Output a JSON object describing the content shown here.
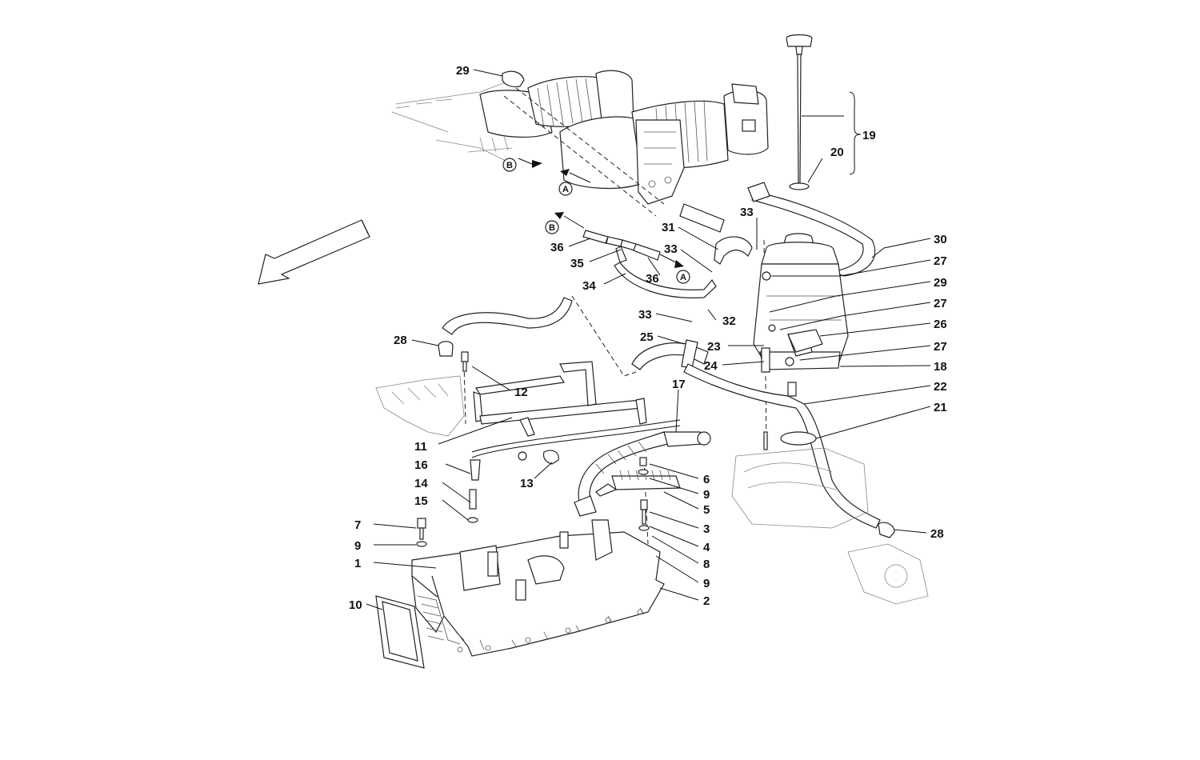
{
  "callouts": {
    "c1": "1",
    "c2": "2",
    "c3": "3",
    "c4": "4",
    "c5": "5",
    "c6": "6",
    "c7": "7",
    "c8": "8",
    "c9a": "9",
    "c9b": "9",
    "c9c": "9",
    "c10": "10",
    "c11": "11",
    "c12": "12",
    "c13": "13",
    "c14": "14",
    "c15": "15",
    "c16": "16",
    "c17": "17",
    "c18": "18",
    "c19": "19",
    "c20": "20",
    "c21": "21",
    "c22": "22",
    "c23": "23",
    "c24": "24",
    "c25": "25",
    "c26": "26",
    "c27a": "27",
    "c27b": "27",
    "c27c": "27",
    "c28a": "28",
    "c28b": "28",
    "c29a": "29",
    "c29b": "29",
    "c30": "30",
    "c31": "31",
    "c32": "32",
    "c33a": "33",
    "c33b": "33",
    "c33c": "33",
    "c34": "34",
    "c35": "35",
    "c36a": "36",
    "c36b": "36"
  },
  "markers": {
    "a1": "A",
    "a2": "A",
    "b1": "B",
    "b2": "B"
  }
}
